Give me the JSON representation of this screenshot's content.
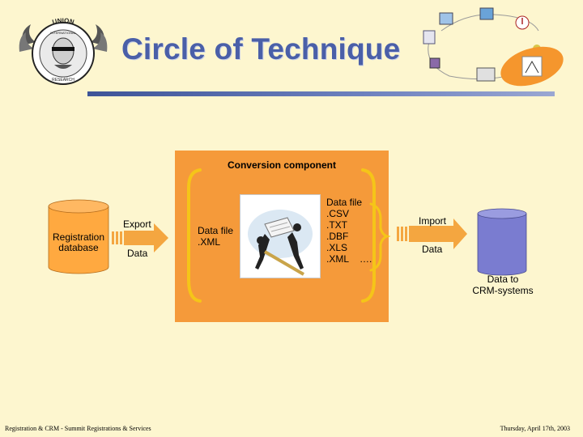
{
  "header": {
    "title": "Circle of Technique",
    "logo": {
      "top_text": "UNION",
      "side_text": "INTERNATIONAL",
      "bottom_text": "RESEARCH"
    }
  },
  "diagram": {
    "conversion_title": "Conversion component",
    "registration_db_label": "Registration\ndatabase",
    "export_label": "Export",
    "data_label_left": "Data",
    "xml_file_label": "Data file\n.XML",
    "formats": {
      "title": "Data file",
      "items": [
        ".CSV",
        ".TXT",
        ".DBF",
        ".XLS",
        ".XML"
      ],
      "more": "…."
    },
    "import_label": "Import",
    "data_label_right": "Data",
    "crm_label": "Data to\nCRM-systems"
  },
  "footer": {
    "left": "Registration & CRM - Summit Registrations & Services",
    "right": "Thursday, April 17th, 2003"
  },
  "colors": {
    "title": "#4a5fa8",
    "background": "#fdf6cf",
    "orange_box": "#f59a3a",
    "bracket": "#f5c518",
    "db_left": "#ffa940",
    "db_right": "#7a7cd0",
    "arrow": "#f4a640"
  },
  "icons": [
    "union-logo-icon",
    "technique-cycle-icon",
    "handshake-clipart-icon"
  ]
}
